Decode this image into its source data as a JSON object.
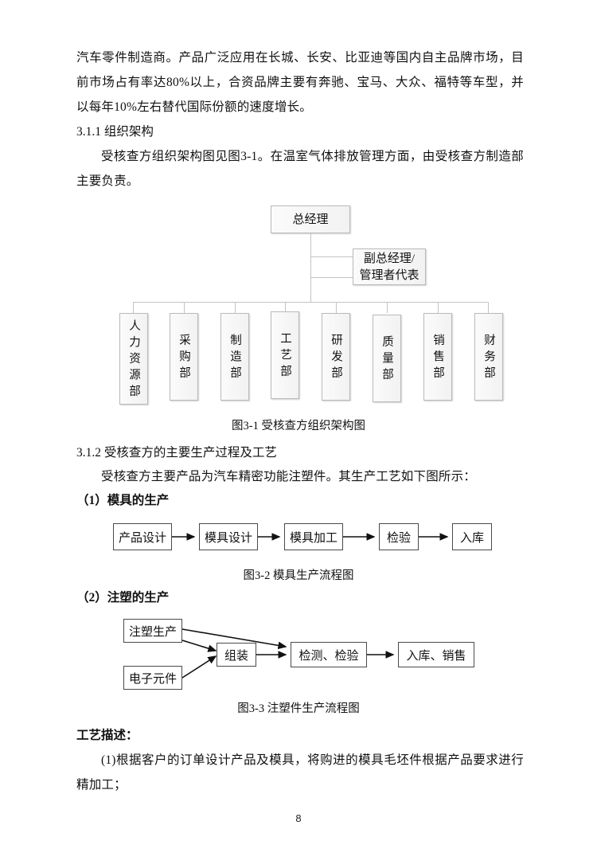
{
  "document": {
    "page_number": "8",
    "paragraphs": {
      "intro": "汽车零件制造商。产品广泛应用在长城、长安、比亚迪等国内自主品牌市场，目前市场占有率达80%以上，合资品牌主要有奔驰、宝马、大众、福特等车型，并以每年10%左右替代国际份额的速度增长。",
      "section_311_heading": "3.1.1  组织架构",
      "section_311_body": "受核查方组织架构图见图3-1。在温室气体排放管理方面，由受核查方制造部主要负责。",
      "section_312_heading": "3.1.2   受核查方的主要生产过程及工艺",
      "section_312_body": "受核查方主要产品为汽车精密功能注塑件。其生产工艺如下图所示：",
      "subsection_1": "（1）模具的生产",
      "subsection_2": "（2）注塑的生产",
      "process_desc_heading": "工艺描述：",
      "process_desc_item1": "(1)根据客户的订单设计产品及模具，将购进的模具毛坯件根据产品要求进行精加工；"
    },
    "captions": {
      "fig_3_1": "图3-1  受核查方组织架构图",
      "fig_3_2": "图3-2  模具生产流程图",
      "fig_3_3": "图3-3  注塑件生产流程图"
    }
  },
  "org_chart": {
    "top": {
      "label": "总经理"
    },
    "deputy": {
      "line1": "副总经理/",
      "line2": "管理者代表"
    },
    "departments": [
      {
        "label": "人力资源部"
      },
      {
        "label": "采购部"
      },
      {
        "label": "制造部"
      },
      {
        "label": "工艺部"
      },
      {
        "label": "研发部"
      },
      {
        "label": "质量部"
      },
      {
        "label": "销售部"
      },
      {
        "label": "财务部"
      }
    ]
  },
  "flowchart_mold": {
    "nodes": [
      {
        "label": "产品设计"
      },
      {
        "label": "模具设计"
      },
      {
        "label": "模具加工"
      },
      {
        "label": "检验"
      },
      {
        "label": "入库"
      }
    ]
  },
  "flowchart_injection": {
    "nodes": [
      {
        "label": "注塑生产"
      },
      {
        "label": "电子元件"
      },
      {
        "label": "组装"
      },
      {
        "label": "检测、检验"
      },
      {
        "label": "入库、销售"
      }
    ]
  },
  "colors": {
    "page_background": "#ffffff",
    "text": "#111111",
    "org_box_border": "#b9b9b9",
    "org_box_fill": "#f5f5f5",
    "flow_box_border": "#4a4a4a",
    "connector": "#c3c3c3"
  }
}
